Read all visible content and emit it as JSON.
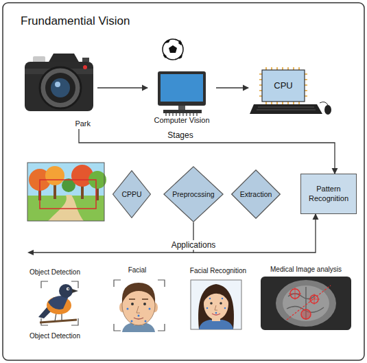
{
  "diagram": {
    "title": "Frundamential Vision",
    "nodes": [
      {
        "text": [
          "Park"
        ]
      },
      {
        "text": [
          "Computer Vision"
        ]
      },
      {
        "text": [
          "CPU"
        ]
      },
      {
        "text": [
          "CPPU"
        ]
      },
      {
        "text": [
          "Preprocssing"
        ]
      },
      {
        "text": [
          "Extraction"
        ]
      },
      {
        "text": [
          "Pattern Recognition"
        ]
      }
    ],
    "edges": [
      {
        "from": 0,
        "to": 1,
        "arrow": "to"
      },
      {
        "from": 1,
        "to": 2,
        "arrow": "to"
      },
      {
        "from": 0,
        "to": 6,
        "label": "Stages",
        "arrow": "to"
      },
      {
        "from": 4,
        "to": 6,
        "label": "Applications",
        "arrow": "to"
      }
    ],
    "labels": [
      "Object Detection",
      "Object Detection",
      "Facial",
      "Facial Recognition",
      "Medical Image analysis"
    ]
  }
}
